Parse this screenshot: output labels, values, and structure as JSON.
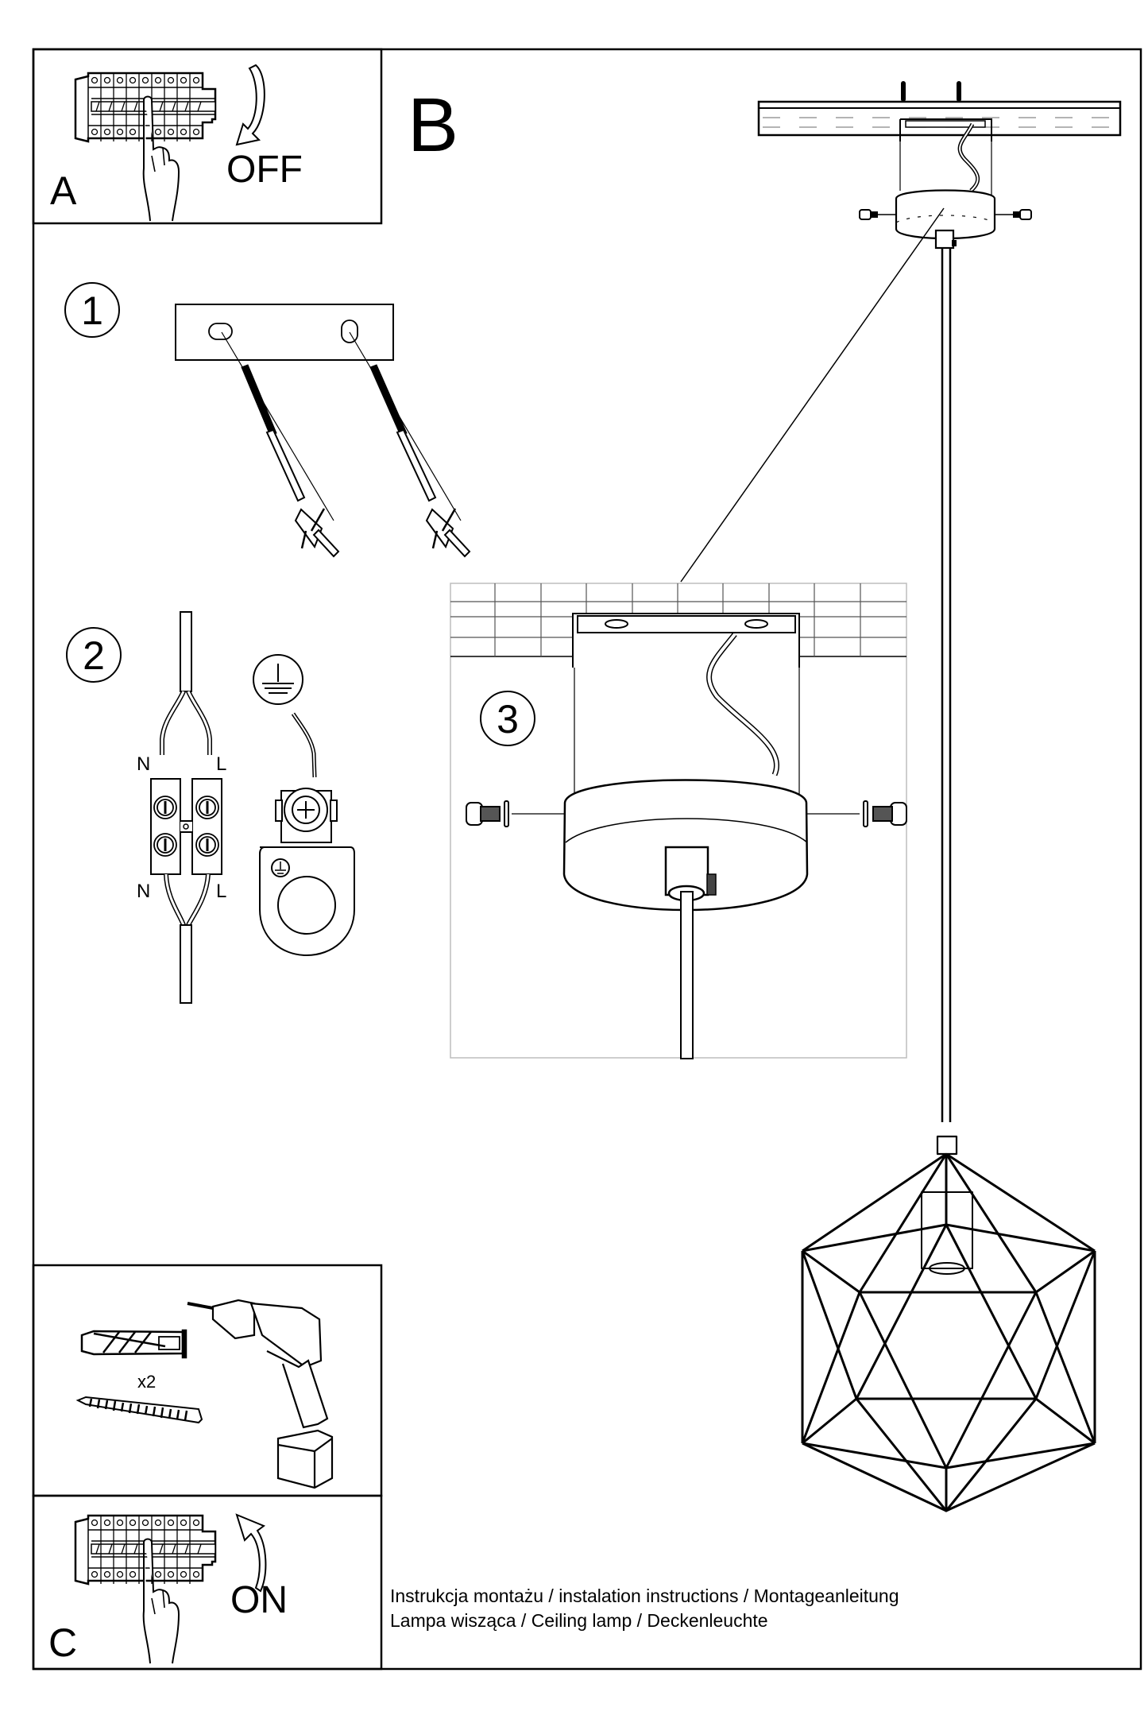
{
  "document": {
    "type": "installation-instructions",
    "colors": {
      "ink": "#000000",
      "paper": "#ffffff",
      "detail_box_border": "#bdbdbd"
    }
  },
  "panel_a": {
    "letter": "A",
    "switch_state": "OFF",
    "icon": "circuit-breaker-icon",
    "arrow": "arrow-down-curved-icon"
  },
  "panel_b": {
    "letter": "B"
  },
  "steps": [
    {
      "number": "1",
      "illustration": "bracket-with-screws-and-anchors"
    },
    {
      "number": "2",
      "illustration": "terminal-block-wiring",
      "labels": {
        "top_left": "N",
        "top_right": "L",
        "bottom_left": "N",
        "bottom_right": "L"
      },
      "ground_icon": "ground-symbol-icon"
    },
    {
      "number": "3",
      "illustration": "canopy-mounting-detail"
    }
  ],
  "tools_panel": {
    "quantity": "x2",
    "items": [
      "wall-plug-icon",
      "screw-icon",
      "drill-icon"
    ]
  },
  "panel_c": {
    "letter": "C",
    "switch_state": "ON",
    "icon": "circuit-breaker-icon",
    "arrow": "arrow-up-curved-icon"
  },
  "footer": {
    "line1": "Instrukcja montażu / instalation instructions / Montageanleitung",
    "line2": "Lampa wisząca / Ceiling lamp  / Deckenleuchte"
  }
}
